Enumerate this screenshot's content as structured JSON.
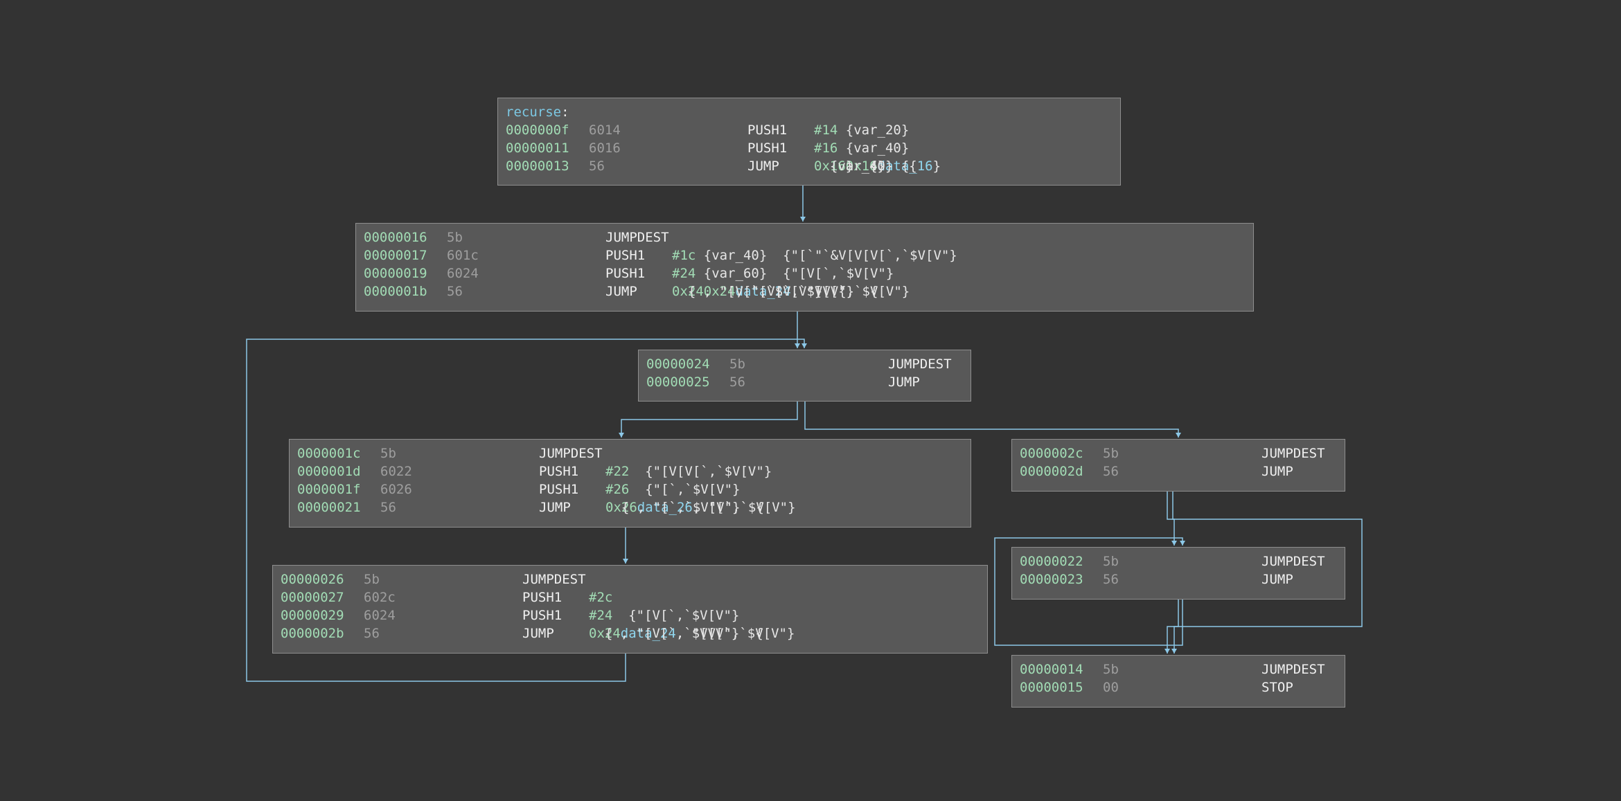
{
  "colors": {
    "background": "#333333",
    "block_fill": "#585858",
    "block_border": "#8e8e8e",
    "edge": "#8cc8e8",
    "address": "#a2dcb5",
    "bytes": "#9e9e9e",
    "label": "#7cc8e3",
    "data_ref": "#8fd6ee"
  },
  "blocks": [
    {
      "id": "recurse",
      "label": "recurse",
      "lines": [
        {
          "addr": "0000000f",
          "bytes": "6014",
          "mnemonic": "PUSH1",
          "operands": [
            {
              "t": "imm",
              "v": "#14"
            },
            {
              "t": "txt",
              "v": " {var_20}"
            }
          ]
        },
        {
          "addr": "00000011",
          "bytes": "6016",
          "mnemonic": "PUSH1",
          "operands": [
            {
              "t": "imm",
              "v": "#16"
            },
            {
              "t": "txt",
              "v": " {var_40}"
            }
          ]
        },
        {
          "addr": "00000013",
          "bytes": "56",
          "mnemonic": "JUMP",
          "operands": [
            {
              "t": "txt",
              "v": "  {var_40}  {"
            },
            {
              "t": "imm",
              "v": "0x16"
            },
            {
              "t": "txt",
              "v": "}  {"
            },
            {
              "t": "imm",
              "v": "0x16"
            },
            {
              "t": "txt",
              "v": "}  {"
            },
            {
              "t": "dat",
              "v": "data_16"
            },
            {
              "t": "txt",
              "v": "}"
            }
          ]
        }
      ]
    },
    {
      "id": "b16",
      "label": "",
      "lines": [
        {
          "addr": "00000016",
          "bytes": "5b",
          "mnemonic": "JUMPDEST",
          "operands": []
        },
        {
          "addr": "00000017",
          "bytes": "601c",
          "mnemonic": "PUSH1",
          "operands": [
            {
              "t": "imm",
              "v": "#1c"
            },
            {
              "t": "txt",
              "v": " {var_40}  {\"[`\"`&V[V[V[`,`$V[V\"}"
            }
          ]
        },
        {
          "addr": "00000019",
          "bytes": "6024",
          "mnemonic": "PUSH1",
          "operands": [
            {
              "t": "imm",
              "v": "#24"
            },
            {
              "t": "txt",
              "v": " {var_60}  {\"[V[`,`$V[V\"}"
            }
          ]
        },
        {
          "addr": "0000001b",
          "bytes": "56",
          "mnemonic": "JUMP",
          "operands": [
            {
              "t": "txt",
              "v": "  {"
            },
            {
              "t": "imm",
              "v": "0x24"
            },
            {
              "t": "txt",
              "v": ", \"[V[`,`$V[V\"}  {"
            },
            {
              "t": "imm",
              "v": "0x24"
            },
            {
              "t": "txt",
              "v": ", \"[V[`,`$V[V\"}  {"
            },
            {
              "t": "dat",
              "v": "data_24"
            },
            {
              "t": "txt",
              "v": ", \"[V[`,`$V[V\"}"
            }
          ]
        }
      ]
    },
    {
      "id": "b24",
      "label": "",
      "lines": [
        {
          "addr": "00000024",
          "bytes": "5b",
          "mnemonic": "JUMPDEST",
          "operands": []
        },
        {
          "addr": "00000025",
          "bytes": "56",
          "mnemonic": "JUMP",
          "operands": []
        }
      ]
    },
    {
      "id": "b1c",
      "label": "",
      "lines": [
        {
          "addr": "0000001c",
          "bytes": "5b",
          "mnemonic": "JUMPDEST",
          "operands": []
        },
        {
          "addr": "0000001d",
          "bytes": "6022",
          "mnemonic": "PUSH1",
          "operands": [
            {
              "t": "imm",
              "v": "#22"
            },
            {
              "t": "txt",
              "v": "  {\"[V[V[`,`$V[V\"}"
            }
          ]
        },
        {
          "addr": "0000001f",
          "bytes": "6026",
          "mnemonic": "PUSH1",
          "operands": [
            {
              "t": "imm",
              "v": "#26"
            },
            {
              "t": "txt",
              "v": "  {\"[`,`$V[V\"}"
            }
          ]
        },
        {
          "addr": "00000021",
          "bytes": "56",
          "mnemonic": "JUMP",
          "operands": [
            {
              "t": "txt",
              "v": "  {"
            },
            {
              "t": "imm",
              "v": "0x26"
            },
            {
              "t": "txt",
              "v": ", \"[`,`$V[V\"}  {"
            },
            {
              "t": "dat",
              "v": "data_26"
            },
            {
              "t": "txt",
              "v": ", \"[`,`$V[V\"}"
            }
          ]
        }
      ]
    },
    {
      "id": "b26",
      "label": "",
      "lines": [
        {
          "addr": "00000026",
          "bytes": "5b",
          "mnemonic": "JUMPDEST",
          "operands": []
        },
        {
          "addr": "00000027",
          "bytes": "602c",
          "mnemonic": "PUSH1",
          "operands": [
            {
              "t": "imm",
              "v": "#2c"
            }
          ]
        },
        {
          "addr": "00000029",
          "bytes": "6024",
          "mnemonic": "PUSH1",
          "operands": [
            {
              "t": "imm",
              "v": "#24"
            },
            {
              "t": "txt",
              "v": "  {\"[V[`,`$V[V\"}"
            }
          ]
        },
        {
          "addr": "0000002b",
          "bytes": "56",
          "mnemonic": "JUMP",
          "operands": [
            {
              "t": "txt",
              "v": "  {"
            },
            {
              "t": "imm",
              "v": "0x24"
            },
            {
              "t": "txt",
              "v": ", \"[V[`,`$V[V\"}  {"
            },
            {
              "t": "dat",
              "v": "data_24"
            },
            {
              "t": "txt",
              "v": ", \"[V[`,`$V[V\"}"
            }
          ]
        }
      ]
    },
    {
      "id": "b2c",
      "label": "",
      "lines": [
        {
          "addr": "0000002c",
          "bytes": "5b",
          "mnemonic": "JUMPDEST",
          "operands": []
        },
        {
          "addr": "0000002d",
          "bytes": "56",
          "mnemonic": "JUMP",
          "operands": []
        }
      ]
    },
    {
      "id": "b22",
      "label": "",
      "lines": [
        {
          "addr": "00000022",
          "bytes": "5b",
          "mnemonic": "JUMPDEST",
          "operands": []
        },
        {
          "addr": "00000023",
          "bytes": "56",
          "mnemonic": "JUMP",
          "operands": []
        }
      ]
    },
    {
      "id": "b14",
      "label": "",
      "lines": [
        {
          "addr": "00000014",
          "bytes": "5b",
          "mnemonic": "JUMPDEST",
          "operands": []
        },
        {
          "addr": "00000015",
          "bytes": "00",
          "mnemonic": "STOP",
          "operands": []
        }
      ]
    }
  ],
  "edges": [
    {
      "from": "recurse",
      "to": "b16"
    },
    {
      "from": "b16",
      "to": "b24"
    },
    {
      "from": "b24",
      "to": "b1c"
    },
    {
      "from": "b24",
      "to": "b2c"
    },
    {
      "from": "b1c",
      "to": "b26"
    },
    {
      "from": "b26",
      "to": "b24",
      "kind": "back"
    },
    {
      "from": "b2c",
      "to": "b22"
    },
    {
      "from": "b2c",
      "to": "b14"
    },
    {
      "from": "b22",
      "to": "b22",
      "kind": "loop"
    },
    {
      "from": "b22",
      "to": "b14"
    }
  ]
}
